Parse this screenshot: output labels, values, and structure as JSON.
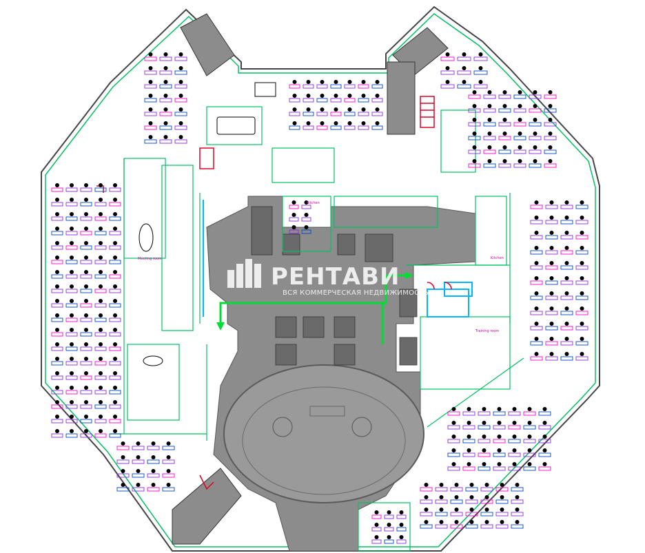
{
  "watermark": {
    "title": "РЕНТАВИ",
    "subtitle": "ВСЯ КОММЕРЧЕСКАЯ НЕДВИЖИМОСТЬ"
  },
  "room_labels": {
    "meeting_room": "Meeting room",
    "kitchen_left": "Kitchen",
    "kitchen_right": "Kitchen",
    "training_room": "Training room"
  },
  "colors": {
    "wall": "#00c060",
    "core": "#8c8c8c",
    "core_dark": "#6a6a6a",
    "desk": "#8a2be2",
    "chair": "#000000",
    "accent_magenta": "#ff00cc",
    "accent_cyan": "#00b7ff",
    "arrow": "#00dd33",
    "stair_red": "#e00020",
    "door_blue": "#0044cc"
  }
}
